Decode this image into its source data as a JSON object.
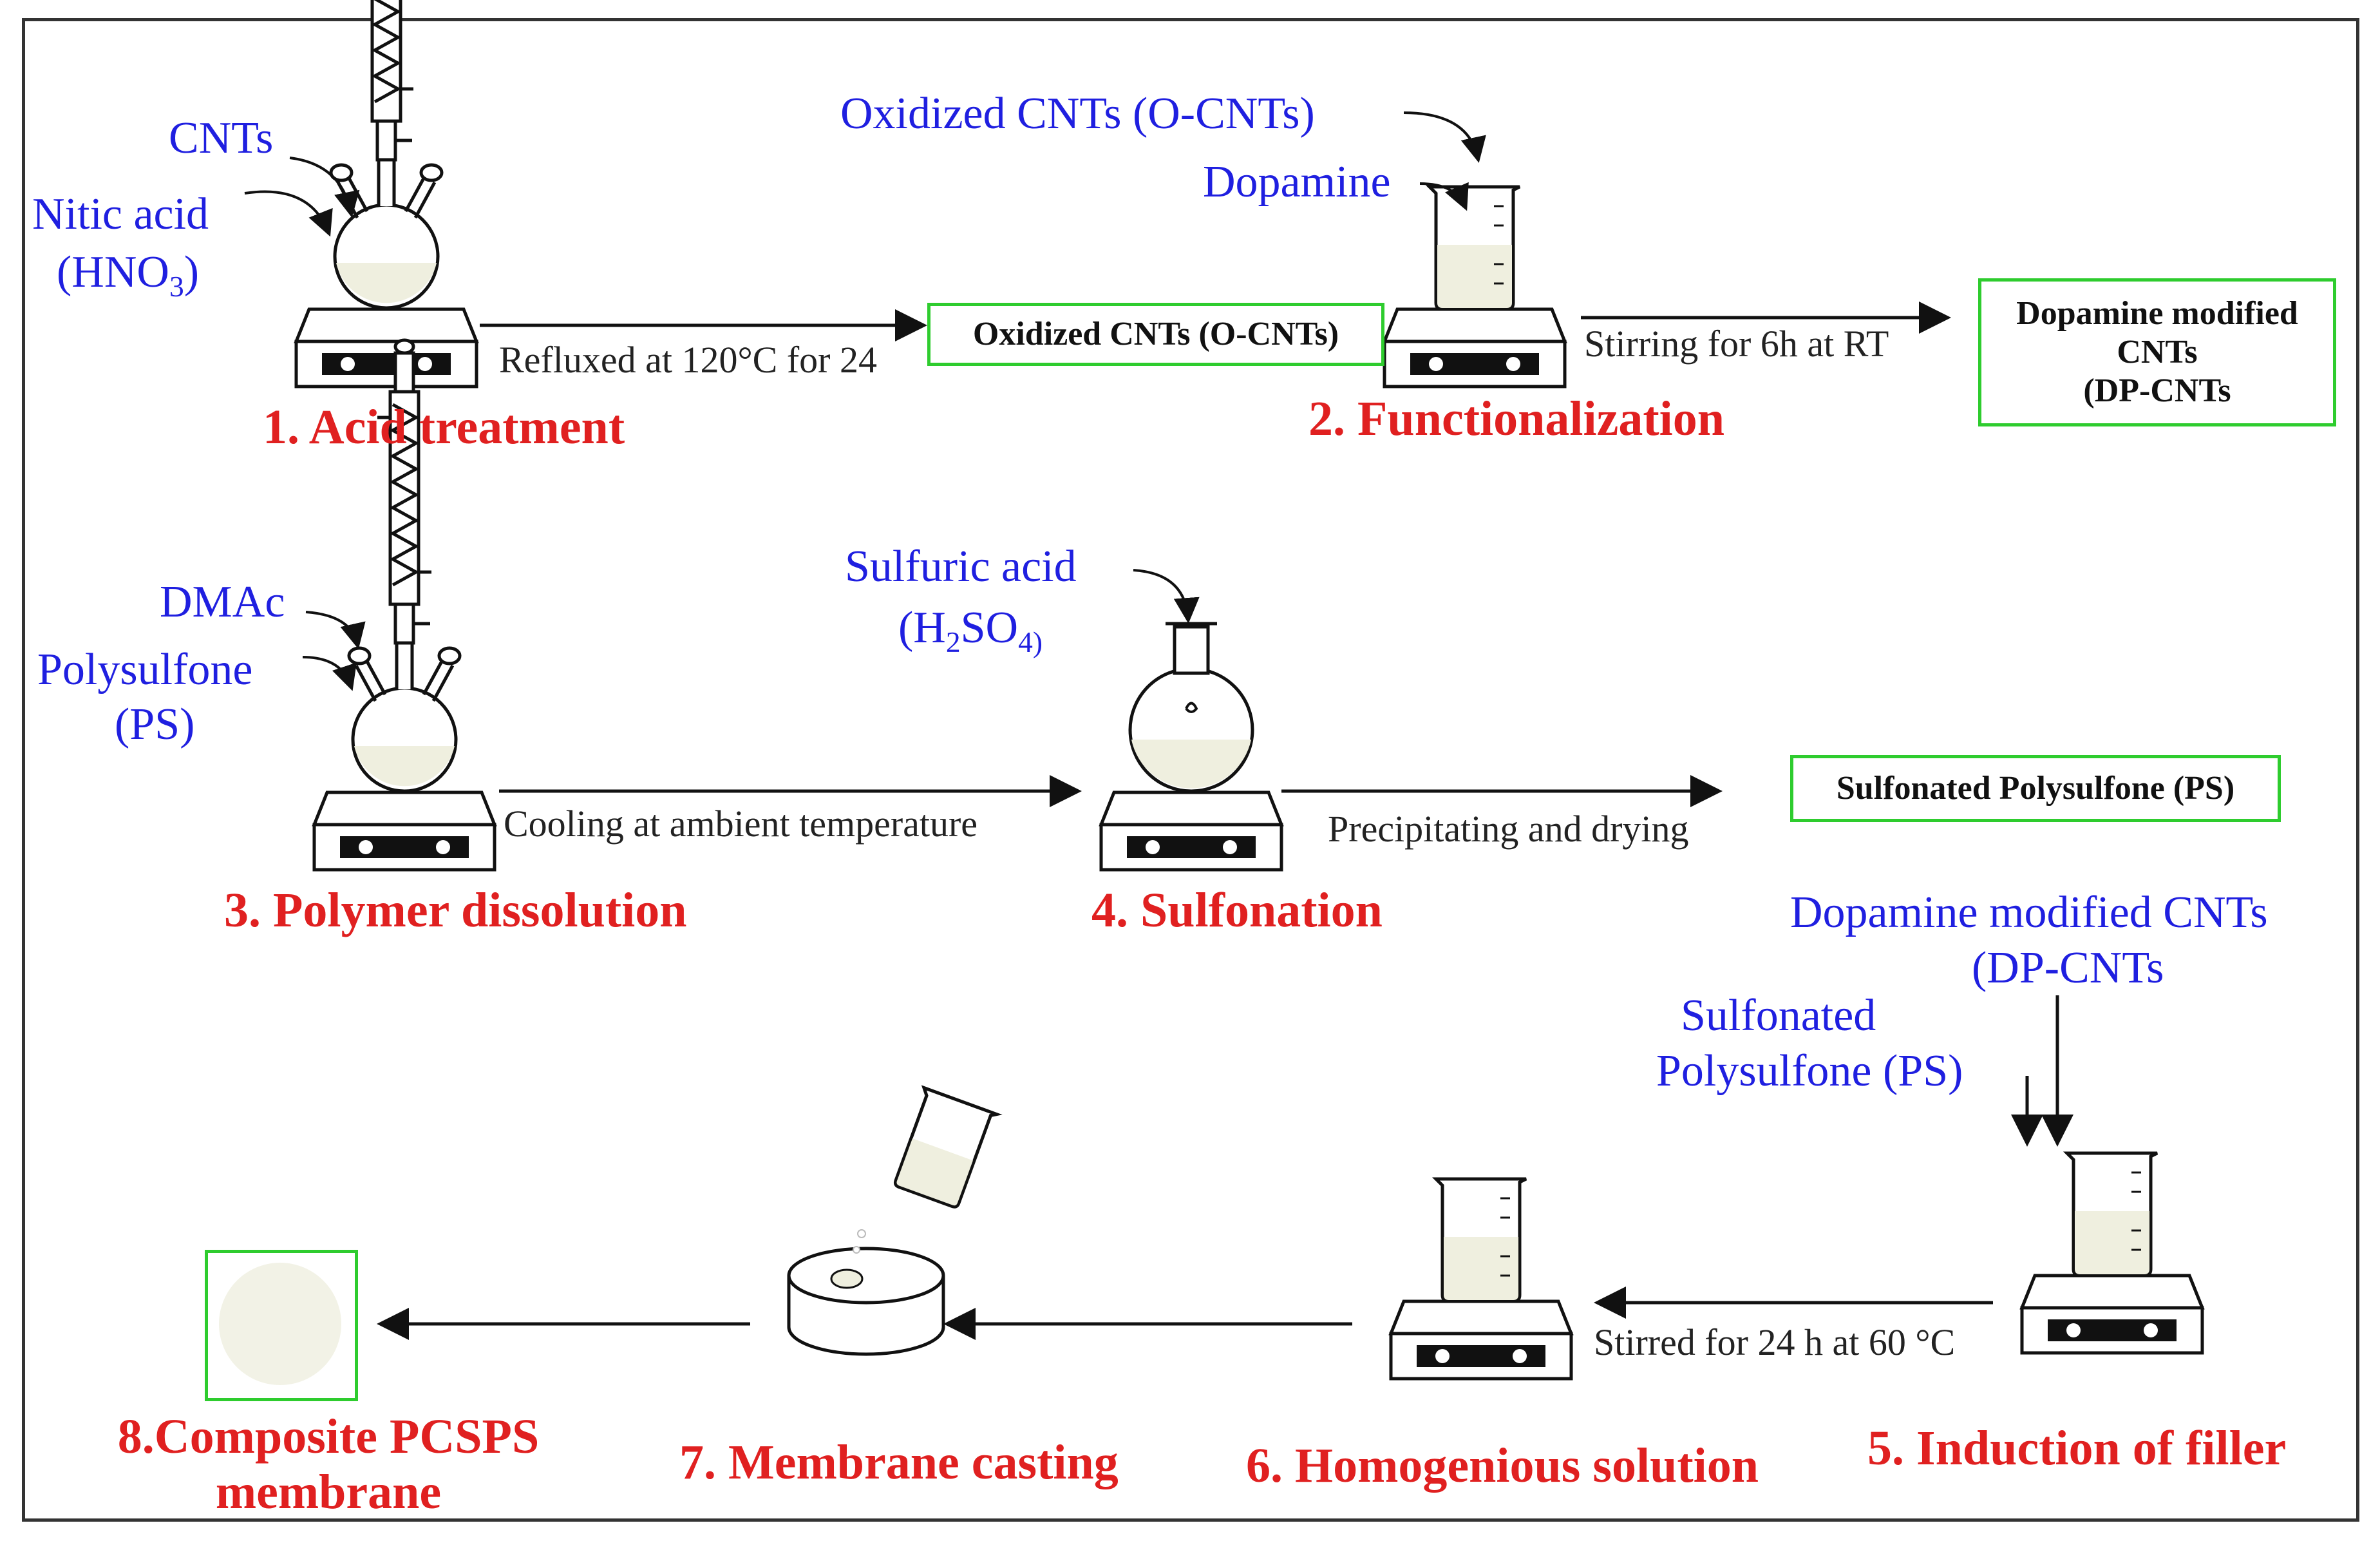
{
  "step1": {
    "input_cnts": "CNTs",
    "input_acid": "Nitic acid",
    "input_acid_formula": "(HNO",
    "input_acid_formula_sub": "3",
    "input_acid_formula_end": ")",
    "process": "Refluxed at 120°C for 24",
    "product": "Oxidized CNTs (O-CNTs)",
    "label": "1. Acid treatment"
  },
  "step2": {
    "input_ocnts": "Oxidized CNTs (O-CNTs)",
    "input_dopamine": "Dopamine",
    "process": "Stirring for 6h at RT",
    "product_line1": "Dopamine modified",
    "product_line2": "CNTs",
    "product_line3": "(DP-CNTs",
    "label": "2. Functionalization"
  },
  "step3": {
    "input_dmac": "DMAc",
    "input_polysulfone": "Polysulfone",
    "input_ps": "(PS)",
    "process": "Cooling at ambient temperature",
    "label": "3. Polymer dissolution"
  },
  "step4": {
    "input_acid": "Sulfuric acid",
    "input_formula_a": "(H",
    "input_formula_sub1": "2",
    "input_formula_b": "SO",
    "input_formula_sub2": "4)",
    "process": "Precipitating and drying",
    "product": "Sulfonated Polysulfone (PS)",
    "label": "4. Sulfonation"
  },
  "step5": {
    "input_dpcnts_line1": "Dopamine modified CNTs",
    "input_dpcnts_line2": "(DP-CNTs",
    "input_sps_line1": "Sulfonated",
    "input_sps_line2": "Polysulfone (PS)",
    "process": "Stirred for 24 h at 60 °C",
    "label": "5. Induction of filler"
  },
  "step6": {
    "label": "6. Homogenious solution"
  },
  "step7": {
    "label": "7. Membrane casting"
  },
  "step8": {
    "label_line1": "8.Composite PCSPS",
    "label_line2": "membrane"
  },
  "colors": {
    "input_text": "#1f1fe0",
    "step_label": "#e02020",
    "product_box": "#2ecc2e"
  }
}
